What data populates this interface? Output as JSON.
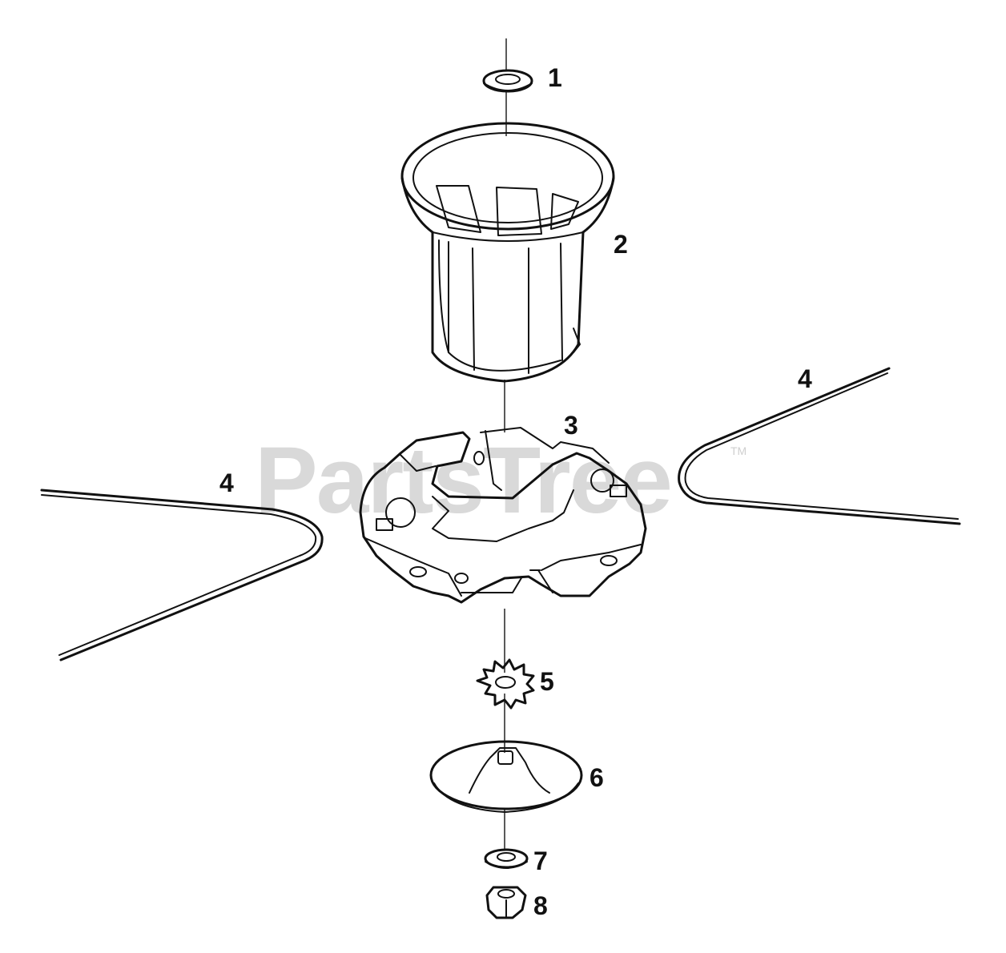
{
  "watermark": {
    "text": "PartsTree",
    "trademark": "TM"
  },
  "callouts": [
    "1",
    "2",
    "3",
    "4",
    "4",
    "5",
    "6",
    "7",
    "8"
  ]
}
